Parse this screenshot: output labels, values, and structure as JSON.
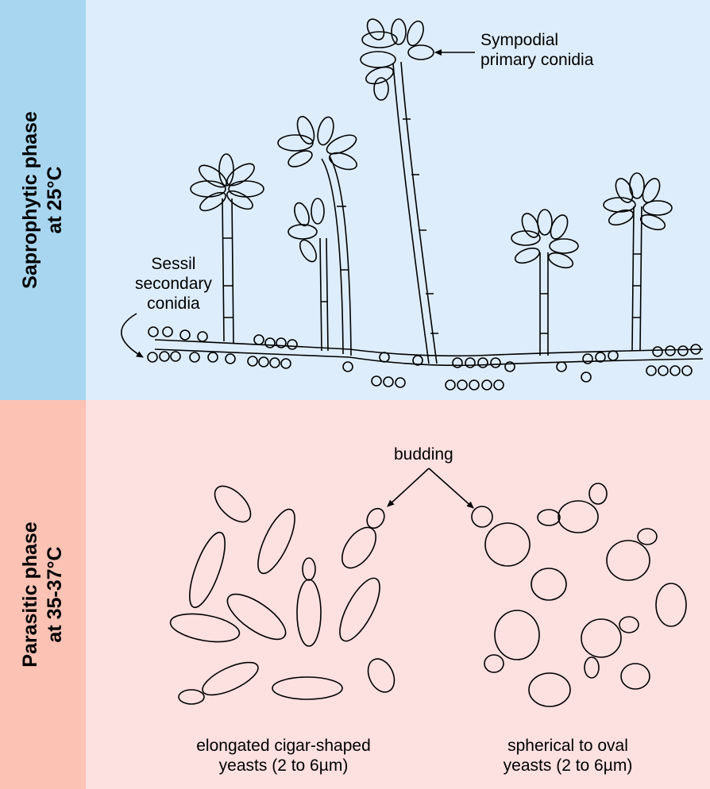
{
  "colors": {
    "saprophytic_side": "#a8d6f0",
    "saprophytic_bg": "#deedfb",
    "parasitic_side": "#fcc2b4",
    "parasitic_bg": "#fde0e0",
    "line": "#000000"
  },
  "saprophytic": {
    "side_line1": "Saprophytic phase",
    "side_line2": "at 25°C",
    "label_primary_line1": "Sympodial",
    "label_primary_line2": "primary conidia",
    "label_secondary_line1": "Sessil",
    "label_secondary_line2": "secondary",
    "label_secondary_line3": "conidia"
  },
  "parasitic": {
    "side_line1": "Parasitic phase",
    "side_line2": "at 35-37°C",
    "label_budding": "budding",
    "caption_left_line1": "elongated cigar-shaped",
    "caption_left_line2": "yeasts (2 to 6µm)",
    "caption_right_line1": "spherical to oval",
    "caption_right_line2": "yeasts (2 to 6µm)"
  }
}
